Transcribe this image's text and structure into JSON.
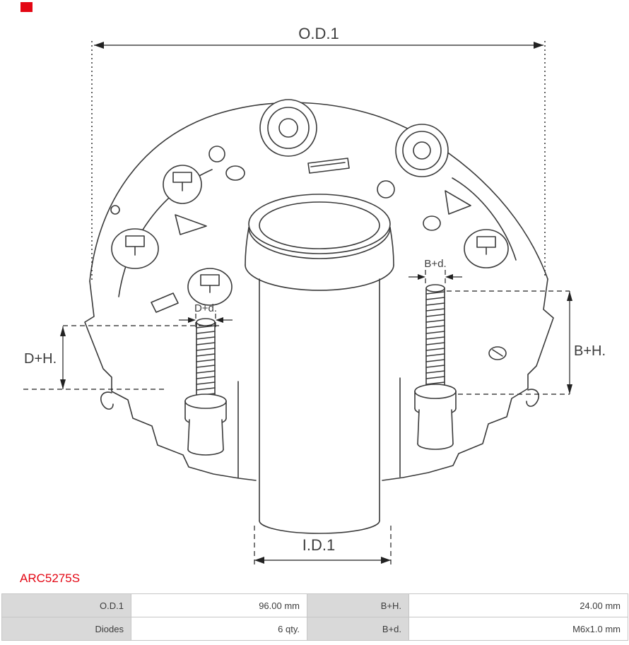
{
  "colors": {
    "accent_red": "#e30613",
    "drawing_line": "#3a3a3a",
    "dimension_line": "#222222",
    "table_label_bg": "#d9d9d9",
    "table_border": "#c6c6c6",
    "text": "#3d3d3d"
  },
  "part_number": "ARC5275S",
  "drawing": {
    "od1": "O.D.1",
    "dh": "D+H.",
    "dd": "D+d.",
    "bd": "B+d.",
    "bh": "B+H.",
    "id1": "I.D.1"
  },
  "table": {
    "rows": [
      {
        "l1": "O.D.1",
        "v1": "96.00 mm",
        "l2": "B+H.",
        "v2": "24.00 mm"
      },
      {
        "l1": "Diodes",
        "v1": "6 qty.",
        "l2": "B+d.",
        "v2": "M6x1.0 mm"
      }
    ]
  }
}
